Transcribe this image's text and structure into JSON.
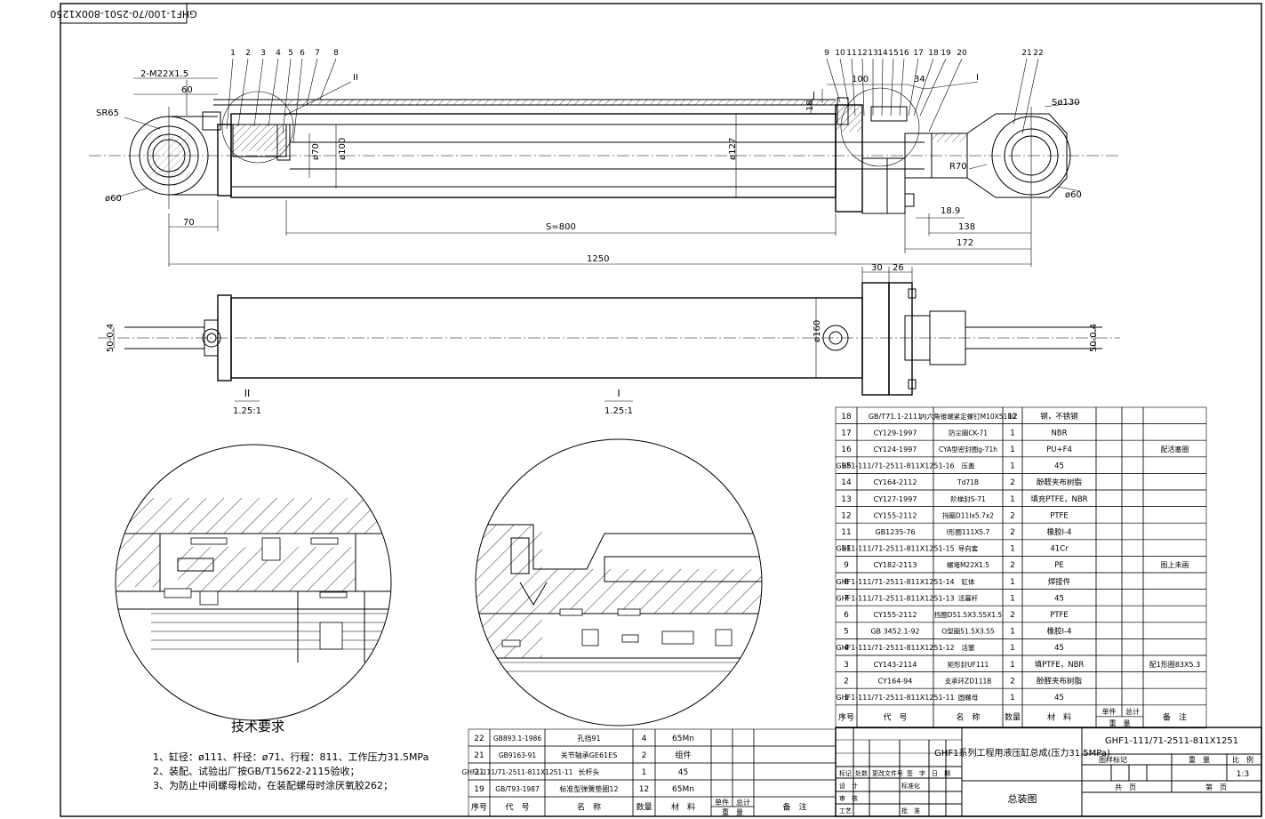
{
  "doc_code_rotated": "GHF1-100/70-2501-800X1250",
  "dims": {
    "thread": "2-M22X1.5",
    "d60_top": "60",
    "sr65": "SR65",
    "phi60_left": "ø60",
    "d70": "70",
    "phi70": "ø70",
    "phi100": "ø100",
    "phi127": "ø127",
    "stroke": "S=800",
    "overall": "1250",
    "d18": "18",
    "d100": "100",
    "d34": "34",
    "s130": "Sø130",
    "r70": "R70",
    "phi60_right": "ø60",
    "d18_9": "18.9",
    "d138": "138",
    "d172": "172",
    "d30": "30",
    "d26": "26",
    "phi160": "ø160",
    "tol_left": "50-0.4",
    "tol_right": "50-0.4",
    "label_II": "II",
    "label_I": "I",
    "label_J": "J"
  },
  "leader_numbers": [
    "1",
    "2",
    "3",
    "4",
    "5",
    "6",
    "7",
    "8",
    "9",
    "10",
    "11",
    "12",
    "13",
    "14",
    "15",
    "16",
    "17",
    "18",
    "19",
    "20",
    "21",
    "22"
  ],
  "details": [
    {
      "label": "II",
      "scale": "1.25:1"
    },
    {
      "label": "I",
      "scale": "1.25:1"
    }
  ],
  "tech": {
    "title": "技术要求",
    "lines": [
      "1、缸径：ø111、杆径：ø71、行程：811、工作压力31.5MPa",
      "2、装配、试验出厂按GB/T15622-2115验收；",
      "3、为防止中间螺母松动，在装配螺母时涂厌氧胶262；"
    ]
  },
  "parts_upper": [
    {
      "no": "18",
      "code": "GB/T71.1-2111",
      "name": "内六角锥端紧定螺钉M10X5180",
      "qty": "12",
      "mat": "钢，不锈钢",
      "note": ""
    },
    {
      "no": "17",
      "code": "CY129-1997",
      "name": "防尘圈CK-71",
      "qty": "1",
      "mat": "NBR",
      "note": ""
    },
    {
      "no": "16",
      "code": "CY124-1997",
      "name": "CYA型密封圈g-71h",
      "qty": "1",
      "mat": "PU+F4",
      "note": "配活塞圈"
    },
    {
      "no": "15",
      "code": "GHF1-111/71-2511-811X1251-16",
      "name": "压盖",
      "qty": "1",
      "mat": "45",
      "note": ""
    },
    {
      "no": "14",
      "code": "CY164-2112",
      "name": "Td71B",
      "qty": "2",
      "mat": "酚醛夹布树脂",
      "note": ""
    },
    {
      "no": "13",
      "code": "CY127-1997",
      "name": "阶梯封S-71",
      "qty": "1",
      "mat": "填充PTFE，NBR",
      "note": ""
    },
    {
      "no": "12",
      "code": "CY155-2112",
      "name": "挡圈D11Ix5.7x2",
      "qty": "2",
      "mat": "PTFE",
      "note": ""
    },
    {
      "no": "11",
      "code": "GB1235-76",
      "name": "I形圈111X5.7",
      "qty": "2",
      "mat": "橡胶I-4",
      "note": ""
    },
    {
      "no": "11",
      "code": "GHF1-111/71-2511-811X1251-15",
      "name": "导向套",
      "qty": "1",
      "mat": "41Cr",
      "note": ""
    },
    {
      "no": "9",
      "code": "CY182-2113",
      "name": "螺堵M22X1.5",
      "qty": "2",
      "mat": "PE",
      "note": "图上未画"
    },
    {
      "no": "8",
      "code": "GHF1-111/71-2511-811X1251-14",
      "name": "缸体",
      "qty": "1",
      "mat": "焊接件",
      "note": ""
    },
    {
      "no": "7",
      "code": "GHF1-111/71-2511-811X1251-13",
      "name": "活塞杆",
      "qty": "1",
      "mat": "45",
      "note": ""
    },
    {
      "no": "6",
      "code": "CY155-2112",
      "name": "挡圈D51.5X3.55X1.5",
      "qty": "2",
      "mat": "PTFE",
      "note": ""
    },
    {
      "no": "5",
      "code": "GB 3452.1-92",
      "name": "O型圈51.5X3.55",
      "qty": "1",
      "mat": "橡胶I-4",
      "note": ""
    },
    {
      "no": "4",
      "code": "GHF1-111/71-2511-811X1251-12",
      "name": "活塞",
      "qty": "1",
      "mat": "45",
      "note": ""
    },
    {
      "no": "3",
      "code": "CY143-2114",
      "name": "矩形封UF111",
      "qty": "1",
      "mat": "填PTFE，NBR",
      "note": "配1形圈83X5.3"
    },
    {
      "no": "2",
      "code": "CY164-94",
      "name": "支承环ZD111B",
      "qty": "2",
      "mat": "酚醛夹布树脂",
      "note": ""
    },
    {
      "no": "1",
      "code": "GHF1-111/71-2511-811X1251-11",
      "name": "圆螺母",
      "qty": "1",
      "mat": "45",
      "note": ""
    }
  ],
  "parts_upper_header": {
    "no": "序号",
    "code": "代　号",
    "name": "名　称",
    "qty": "数量",
    "mat": "材　料",
    "unit": "单件",
    "total": "总计",
    "weight": "重　量",
    "note": "备　注"
  },
  "parts_lower": [
    {
      "no": "22",
      "code": "GB893.1-1986",
      "name": "孔挡91",
      "qty": "4",
      "mat": "65Mn"
    },
    {
      "no": "21",
      "code": "GB9163-91",
      "name": "关节轴承GE61ES",
      "qty": "2",
      "mat": "组件"
    },
    {
      "no": "21",
      "code": "GHF1-111/71-2511-811X1251-11",
      "name": "长杆头",
      "qty": "1",
      "mat": "45"
    },
    {
      "no": "19",
      "code": "GB/T93-1987",
      "name": "标准型弹簧垫圈12",
      "qty": "12",
      "mat": "65Mn"
    }
  ],
  "parts_lower_header": {
    "no": "序号",
    "code": "代　号",
    "name": "名　称",
    "qty": "数量",
    "mat": "材　料",
    "unit": "单件",
    "total": "总计",
    "weight": "重　量",
    "note": "备　注"
  },
  "title_block": {
    "vertical_name": "GHF1系列工程用液压缸总成(压力31.5MPa)",
    "drawing_no": "GHF1-111/71-2511-811X1251",
    "drawing_name": "总装图",
    "stage_mark": "图样标记",
    "weight": "重　量",
    "scale": "比　例",
    "scale_value": "1:3",
    "sheet_of": "共　页",
    "sheet_no": "第　页",
    "rows": [
      [
        "标记",
        "处数",
        "更改文件号",
        "签　字",
        "日　期"
      ],
      [
        "设　计",
        "",
        "标准化",
        "",
        ""
      ],
      [
        "审　核",
        "",
        "",
        "",
        ""
      ],
      [
        "工艺",
        "",
        "批　准",
        "",
        ""
      ]
    ]
  }
}
